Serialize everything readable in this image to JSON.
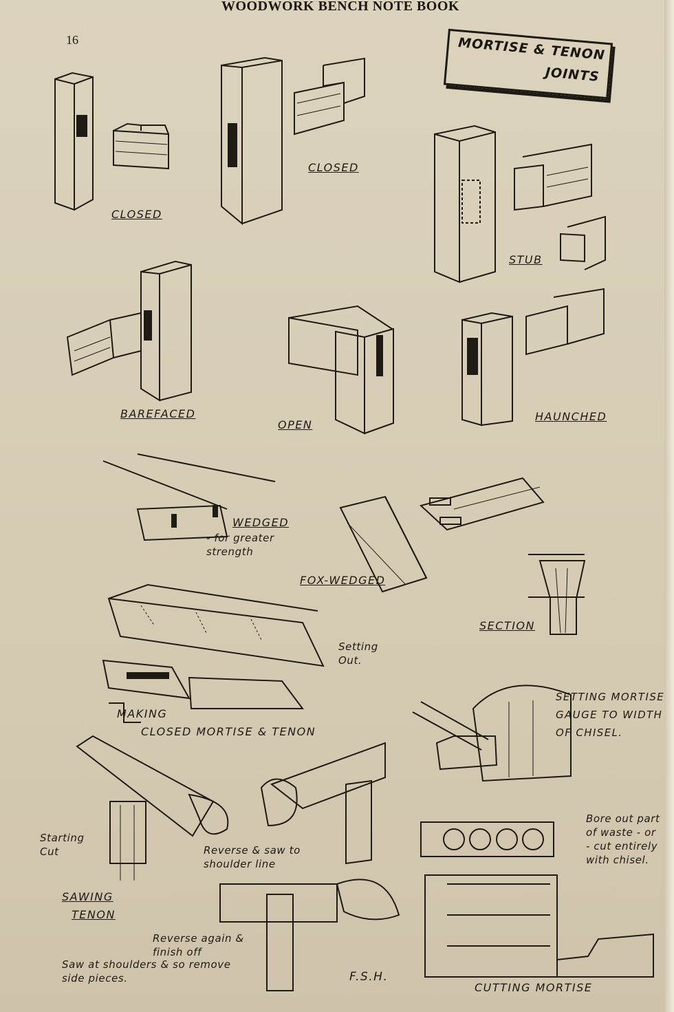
{
  "header": {
    "book_title": "WOODWORK BENCH NOTE BOOK",
    "page_number": "16"
  },
  "title_box": {
    "line1": "MORTISE & TENON",
    "line2": "JOINTS"
  },
  "labels": {
    "closed_1": "CLOSED",
    "closed_2": "CLOSED",
    "stub": "STUB",
    "barefaced": "BAREFACED",
    "open": "OPEN",
    "haunched": "HAUNCHED",
    "wedged": "WEDGED",
    "wedged_note": "- for greater strength",
    "fox_wedged": "FOX-WEDGED",
    "section": "SECTION",
    "setting_out": "Setting Out.",
    "making_1": "MAKING",
    "making_2": "CLOSED MORTISE & TENON",
    "setting_gauge": "SETTING MORTISE GAUGE TO WIDTH OF CHISEL.",
    "bore_out": "Bore out part of waste - or - cut entirely with chisel.",
    "starting_cut": "Starting Cut",
    "reverse_saw": "Reverse & saw to shoulder line",
    "sawing_tenon_1": "SAWING",
    "sawing_tenon_2": "TENON",
    "reverse_again": "Reverse again & finish off",
    "saw_shoulders": "Saw at shoulders & so remove side pieces.",
    "signature": "F.S.H.",
    "cutting_mortise": "CUTTING MORTISE"
  }
}
